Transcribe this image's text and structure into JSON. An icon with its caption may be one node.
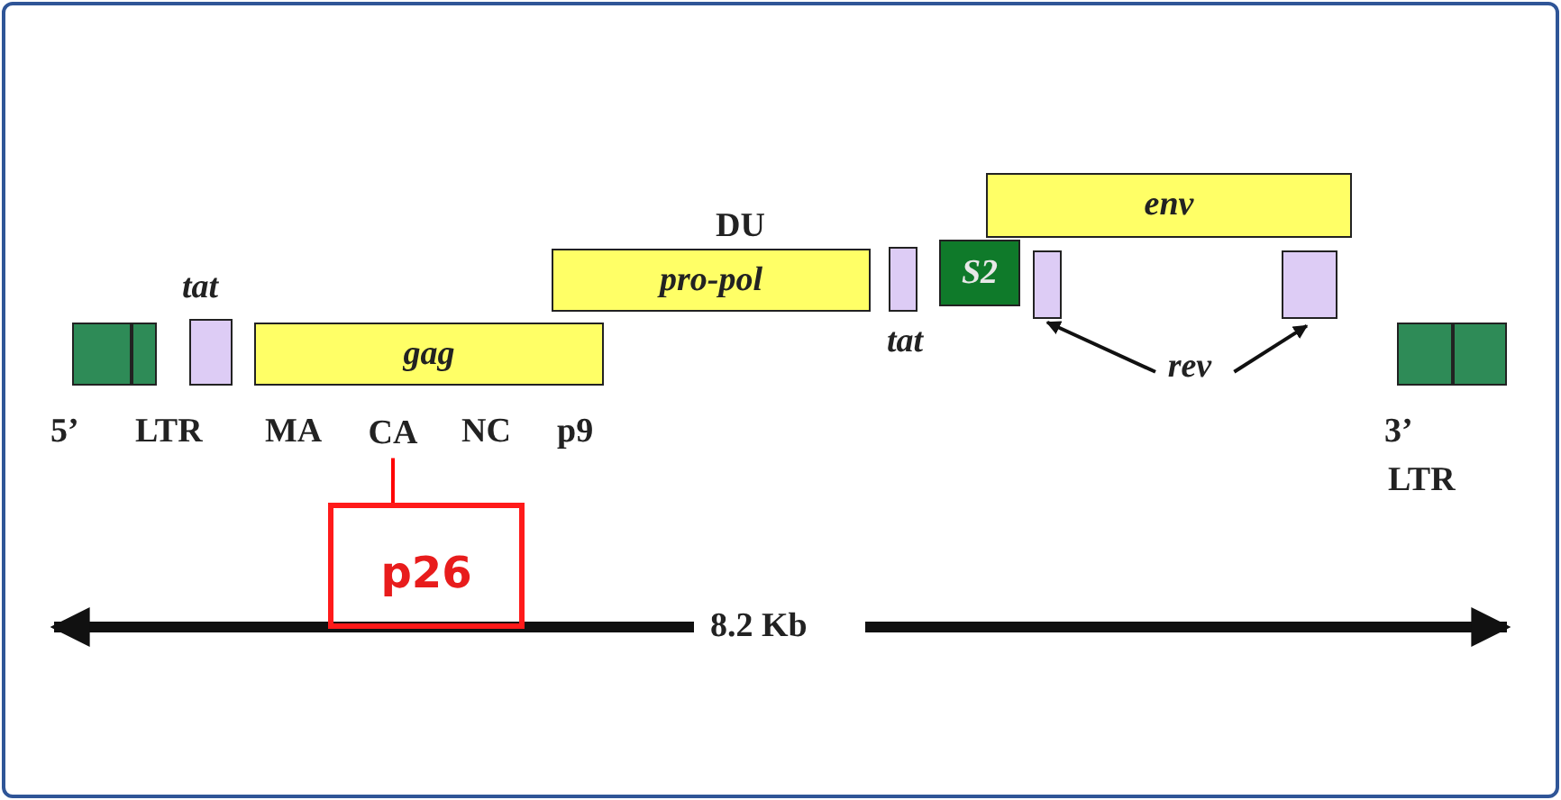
{
  "diagram": {
    "nodes": [
      {
        "text": [
          "env"
        ]
      },
      {
        "text": [
          "pro-pol"
        ],
        "beside": [
          "DU"
        ]
      },
      {
        "text": [
          "S2"
        ]
      },
      {
        "text": [],
        "shape": "box",
        "beside": [
          "tat"
        ]
      },
      {
        "text": [],
        "shape": "box"
      },
      {
        "text": [],
        "shape": "box"
      },
      {
        "text": [],
        "shape": "box"
      },
      {
        "text": [],
        "shape": "box",
        "beside": [
          "tat"
        ]
      },
      {
        "text": [
          "gag"
        ]
      },
      {
        "text": [],
        "shape": "box"
      },
      {
        "text": [
          "rev"
        ]
      },
      {
        "text": [
          "CA"
        ]
      },
      {
        "text": [
          "p26"
        ]
      }
    ],
    "edges": [
      {
        "from": 10,
        "to": 4,
        "arrow": "to"
      },
      {
        "from": 10,
        "to": 5,
        "arrow": "to"
      },
      {
        "from": 12,
        "to": 11,
        "arrow": "none",
        "color": "#ff0000"
      }
    ],
    "labels": [
      "5’",
      "LTR",
      "MA",
      "NC",
      "p9",
      "3’",
      "LTR",
      "8.2 Kb"
    ]
  }
}
